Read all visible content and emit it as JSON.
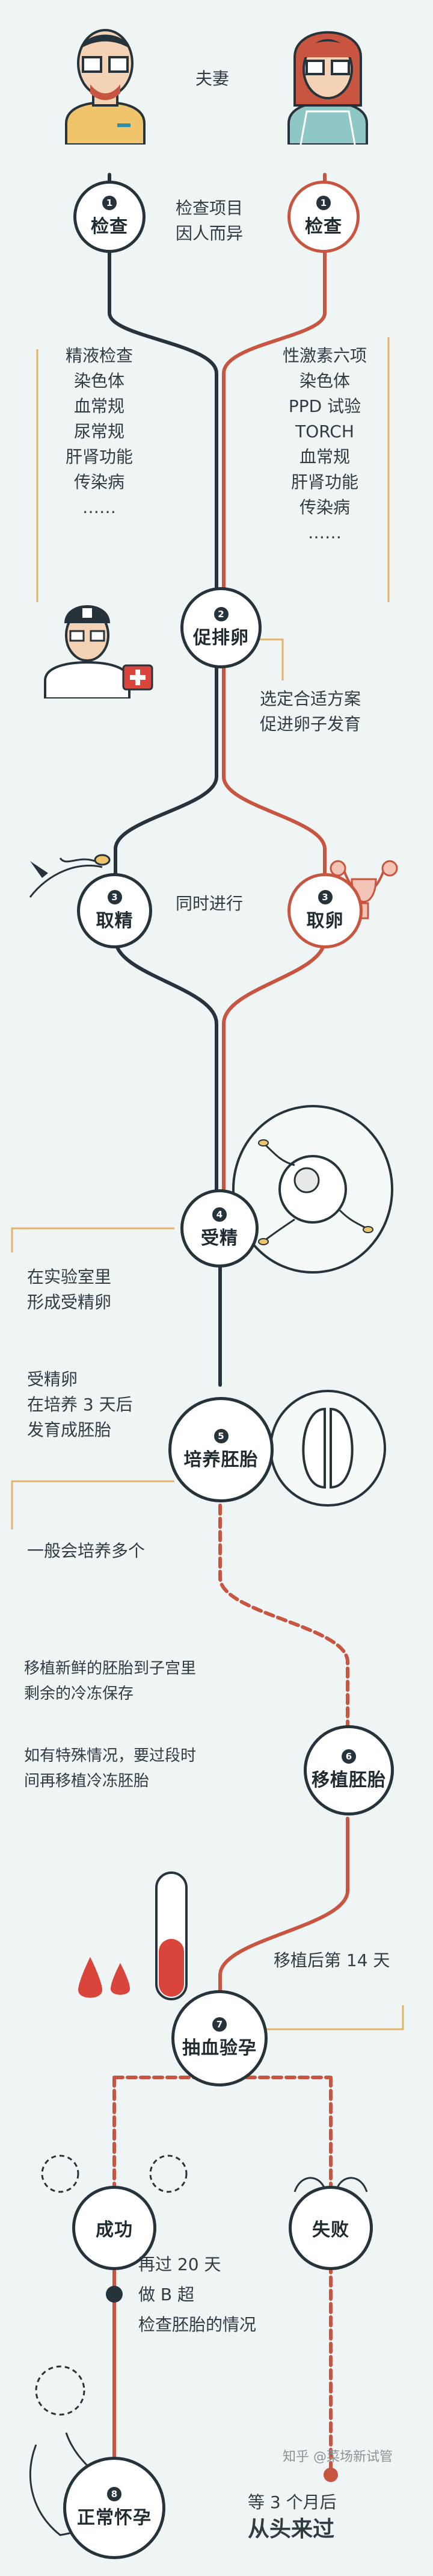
{
  "couple_label": "夫妻",
  "reason_note": [
    "检查项目",
    "因人而异"
  ],
  "steps": {
    "check_male": {
      "num": "1",
      "label": "检查"
    },
    "check_female": {
      "num": "1",
      "label": "检查"
    },
    "stimulation": {
      "num": "2",
      "label": "促排卵"
    },
    "sperm": {
      "num": "3",
      "label": "取精"
    },
    "egg": {
      "num": "3",
      "label": "取卵"
    },
    "fertilize": {
      "num": "4",
      "label": "受精"
    },
    "culture": {
      "num": "5",
      "label": "培养胚胎"
    },
    "transfer": {
      "num": "6",
      "label": "移植胚胎"
    },
    "blood_test": {
      "num": "7",
      "label": "抽血验孕"
    },
    "success": {
      "label": "成功"
    },
    "failure": {
      "label": "失败"
    },
    "pregnancy": {
      "num": "8",
      "label": "正常怀孕"
    }
  },
  "male_checks": [
    "精液检查",
    "染色体",
    "血常规",
    "尿常规",
    "肝肾功能",
    "传染病",
    "……"
  ],
  "female_checks": [
    "性激素六项",
    "染色体",
    "PPD 试验",
    "TORCH",
    "血常规",
    "肝肾功能",
    "传染病",
    "……"
  ],
  "stimulation_note": [
    "选定合适方案",
    "促进卵子发育"
  ],
  "simultaneous_note": "同时进行",
  "fertilize_note": [
    "在实验室里",
    "形成受精卵"
  ],
  "culture_note": [
    "受精卵",
    "在培养 3 天后",
    "发育成胚胎"
  ],
  "culture_note2": "一般会培养多个",
  "transfer_note": [
    "移植新鲜的胚胎到子宫里",
    "剩余的冷冻保存"
  ],
  "transfer_note2": [
    "如有特殊情况，要过段时",
    "间再移植冷冻胚胎"
  ],
  "blood_note": "移植后第 14 天",
  "success_note": [
    "再过 20 天",
    "做 B 超",
    "检查胚胎的情况"
  ],
  "failure_note": [
    "等 3 个月后",
    "从头来过"
  ],
  "watermark": "知乎 @菜场新试管",
  "colors": {
    "male_line": "#26333b",
    "female_line": "#c8553f",
    "accent": "#e0b46a"
  }
}
